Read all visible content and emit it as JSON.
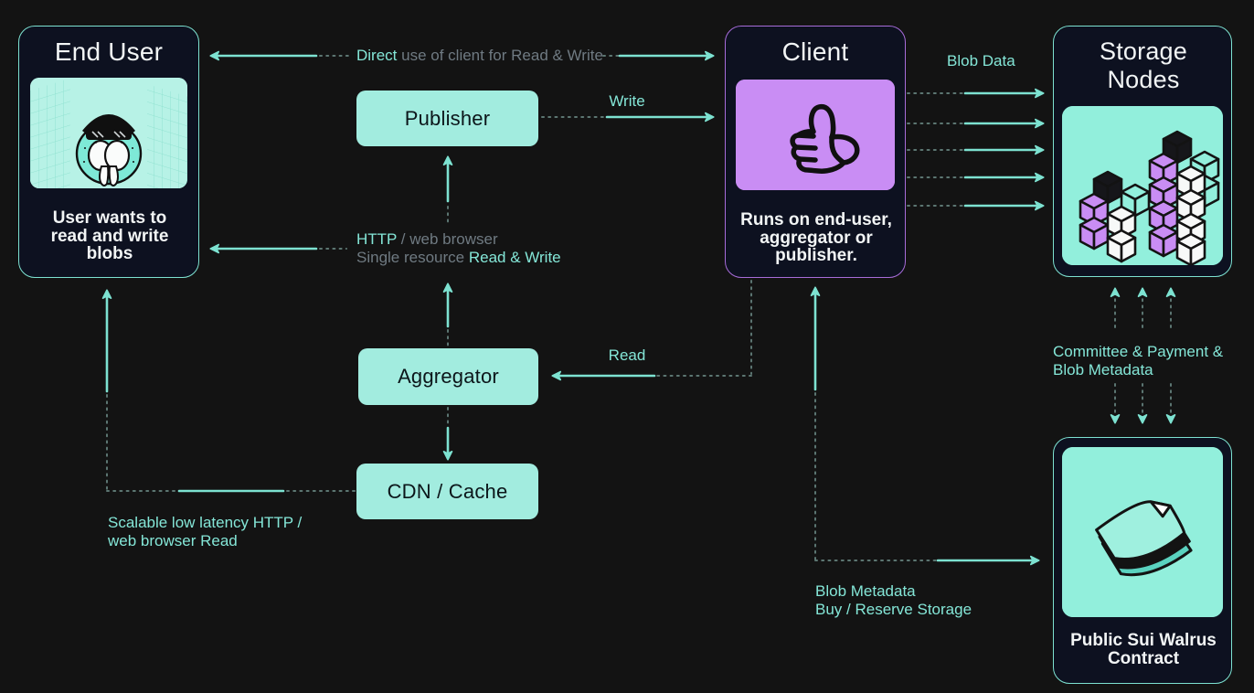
{
  "nodes": {
    "end_user": {
      "title": "End User",
      "caption": "User wants to read and write blobs"
    },
    "publisher": {
      "label": "Publisher"
    },
    "client": {
      "title": "Client",
      "caption": "Runs on end-user, aggregator or publisher."
    },
    "storage_nodes": {
      "title": "Storage Nodes"
    },
    "aggregator": {
      "label": "Aggregator"
    },
    "cdn_cache": {
      "label": "CDN / Cache"
    },
    "contract": {
      "caption": "Public Sui Walrus Contract"
    }
  },
  "edges": {
    "direct": {
      "accent": "Direct",
      "rest": " use of client for Read & Write"
    },
    "write": {
      "label": "Write"
    },
    "blob_data": {
      "label": "Blob Data"
    },
    "http": {
      "accent": "HTTP",
      "rest": " / web browser"
    },
    "single_resource": {
      "rest": "Single resource ",
      "accent": "Read & Write"
    },
    "read": {
      "label": "Read"
    },
    "committee": {
      "line1": "Committee & Payment &",
      "line2": "Blob Metadata"
    },
    "scalable": {
      "line1": "Scalable low latency HTTP /",
      "line2": "web browser Read"
    },
    "blob_metadata": {
      "line1": "Blob Metadata",
      "line2": "Buy / Reserve Storage"
    }
  },
  "colors": {
    "background": "#131313",
    "card_background": "#0D1120",
    "teal_accent": "#7DE2D1",
    "mint_fill": "#A2ECDF",
    "image_mint": "#92EFDC",
    "walrus_mint": "#B7F2E6",
    "purple_fill": "#C98DF4",
    "purple_border": "#A76CD9",
    "teal_text": "#84E6D7",
    "grey_text": "#6F7A82",
    "white_text": "#F2F5F5"
  }
}
